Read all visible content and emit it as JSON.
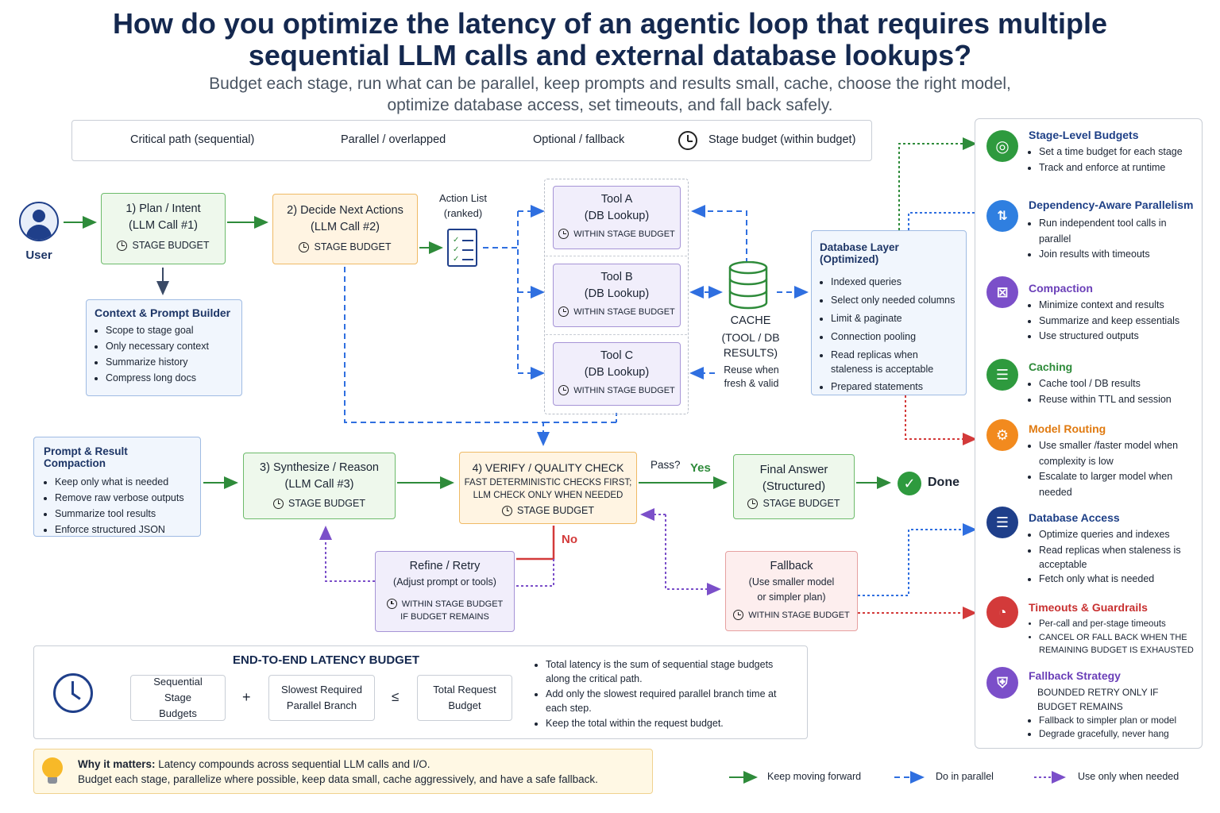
{
  "header": {
    "title": "How do you optimize the latency of an agentic loop that requires multiple sequential LLM calls and external database lookups?",
    "subtitle": "Budget each stage, run what can be parallel, keep prompts and results small, cache, choose the right model, optimize database access, set timeouts, and fall back safely."
  },
  "legend": {
    "critical": "Critical path (sequential)",
    "parallel": "Parallel / overlapped",
    "optional": "Optional / fallback",
    "budget": "Stage budget (within budget)"
  },
  "colors": {
    "green": "#2e8b3a",
    "blue": "#2f6fe0",
    "purple": "#7b4fc9",
    "red": "#d33a3a"
  },
  "user": {
    "label": "User",
    "icon": "user-icon"
  },
  "stage1": {
    "title": "1) Plan / Intent",
    "sub": "(LLM Call #1)",
    "budget": "STAGE BUDGET"
  },
  "stage2": {
    "title": "2) Decide Next Actions",
    "sub": "(LLM Call #2)",
    "budget": "STAGE BUDGET"
  },
  "action_list": {
    "title": "Action List",
    "sub": "(ranked)"
  },
  "context_builder": {
    "title": "Context & Prompt Builder",
    "items": [
      "Scope to stage goal",
      "Only necessary context",
      "Summarize history",
      "Compress long docs"
    ]
  },
  "tools": [
    {
      "title": "Tool A",
      "sub": "(DB Lookup)",
      "budget": "WITHIN STAGE BUDGET"
    },
    {
      "title": "Tool B",
      "sub": "(DB Lookup)",
      "budget": "WITHIN STAGE BUDGET"
    },
    {
      "title": "Tool C",
      "sub": "(DB Lookup)",
      "budget": "WITHIN STAGE BUDGET"
    }
  ],
  "cache": {
    "title": "CACHE",
    "sub1": "(TOOL / DB",
    "sub2": "RESULTS)",
    "note1": "Reuse when",
    "note2": "fresh & valid"
  },
  "db_layer": {
    "title": "Database Layer (Optimized)",
    "items": [
      "Indexed queries",
      "Select only needed columns",
      "Limit & paginate",
      "Connection pooling",
      "Read replicas when staleness is acceptable",
      "Prepared statements"
    ]
  },
  "compaction_box": {
    "title": "Prompt & Result Compaction",
    "items": [
      "Keep only what is needed",
      "Remove raw verbose outputs",
      "Summarize tool results",
      "Enforce structured JSON"
    ]
  },
  "stage3": {
    "title": "3) Synthesize / Reason",
    "sub": "(LLM Call #3)",
    "budget": "STAGE BUDGET"
  },
  "stage4": {
    "title": "4) VERIFY / QUALITY CHECK",
    "line1": "FAST DETERMINISTIC CHECKS FIRST;",
    "line2": "LLM CHECK ONLY WHEN NEEDED",
    "budget": "STAGE BUDGET"
  },
  "pass": {
    "question": "Pass?",
    "yes": "Yes",
    "no": "No"
  },
  "final": {
    "title": "Final Answer",
    "sub": "(Structured)",
    "budget": "STAGE BUDGET"
  },
  "done": {
    "label": "Done"
  },
  "refine": {
    "title": "Refine / Retry",
    "sub": "(Adjust prompt or tools)",
    "budget1": "WITHIN STAGE BUDGET",
    "budget2": "IF BUDGET REMAINS"
  },
  "fallback": {
    "title": "Fallback",
    "sub1": "(Use smaller model",
    "sub2": "or simpler plan)",
    "budget": "WITHIN STAGE BUDGET"
  },
  "e2e": {
    "title": "END-TO-END LATENCY BUDGET",
    "box1": "Sequential Stage Budgets",
    "plus": "+",
    "box2": "Slowest Required Parallel Branch",
    "leq": "≤",
    "box3": "Total Request Budget",
    "items": [
      "Total latency is the sum of sequential stage budgets along the critical path.",
      "Add only the slowest required parallel branch time at each step.",
      "Keep the total within the request budget."
    ]
  },
  "why": {
    "label": "Why it matters:",
    "line1": "Latency compounds across sequential LLM calls and I/O.",
    "line2": "Budget each stage, parallelize where possible, keep data small, cache aggressively, and have a safe fallback."
  },
  "bottom_legend": {
    "forward": "Keep moving forward",
    "parallel": "Do in parallel",
    "optional": "Use only when needed"
  },
  "right_panel": [
    {
      "title": "Stage-Level Budgets",
      "color": "#2e9a3e",
      "title_color": "#1d3f86",
      "icon": "target-icon",
      "items": [
        "Set a time budget for each stage",
        "Track and enforce at runtime"
      ]
    },
    {
      "title": "Dependency-Aware Parallelism",
      "color": "#2f7fe0",
      "title_color": "#1d3f86",
      "icon": "parallel-icon",
      "items": [
        "Run independent tool calls in parallel",
        "Join results with timeouts"
      ]
    },
    {
      "title": "Compaction",
      "color": "#7b4fc9",
      "title_color": "#6a3fb8",
      "icon": "compress-icon",
      "items": [
        "Minimize context and results",
        "Summarize and keep essentials",
        "Use structured outputs"
      ]
    },
    {
      "title": "Caching",
      "color": "#2e9a3e",
      "title_color": "#2e8b3a",
      "icon": "database-icon",
      "items": [
        "Cache tool / DB results",
        "Reuse within TTL and session"
      ]
    },
    {
      "title": "Model Routing",
      "color": "#f28a1e",
      "title_color": "#e07a10",
      "icon": "routing-icon",
      "items": [
        "Use smaller /faster model when complexity is low",
        "Escalate to larger model when needed"
      ]
    },
    {
      "title": "Database Access",
      "color": "#1f3f8a",
      "title_color": "#1d3f86",
      "icon": "database-icon",
      "items": [
        "Optimize queries and indexes",
        "Read replicas when staleness is acceptable",
        "Fetch only what is needed"
      ]
    },
    {
      "title": "Timeouts & Guardrails",
      "color": "#d33a3a",
      "title_color": "#c83030",
      "icon": "timer-icon",
      "items": [
        "Per-call and per-stage timeouts",
        "CANCEL OR FALL BACK WHEN THE REMAINING BUDGET IS EXHAUSTED"
      ]
    },
    {
      "title": "Fallback Strategy",
      "color": "#7b4fc9",
      "title_color": "#6a3fb8",
      "icon": "shield-icon",
      "lead": "BOUNDED RETRY ONLY IF BUDGET REMAINS",
      "items": [
        "Fallback to simpler plan or model",
        "Degrade gracefully, never hang"
      ]
    }
  ]
}
